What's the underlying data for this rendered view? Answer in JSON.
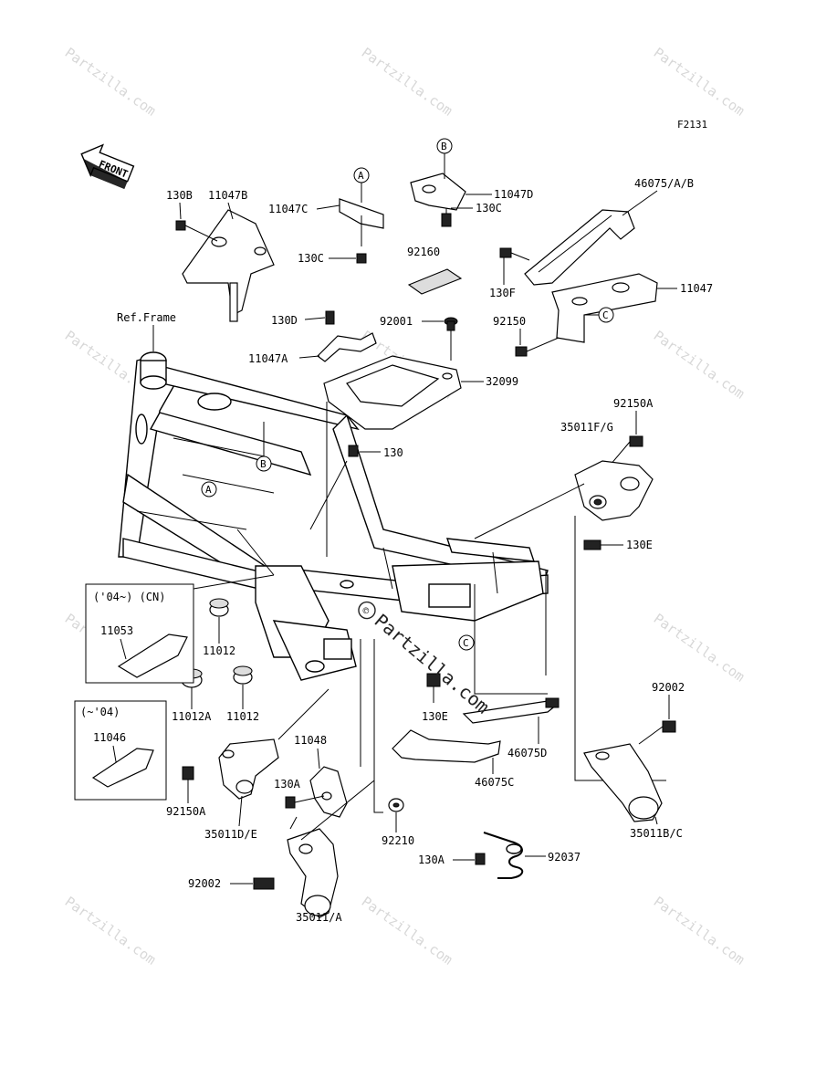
{
  "diagram_code": "F2131",
  "front_label": "FRONT",
  "ref_frame_label": "Ref.Frame",
  "watermark_text": "Partzilla.com",
  "center_watermark": "Partzilla.com",
  "callouts": {
    "a": "A",
    "b": "B",
    "c": "C"
  },
  "boxes": {
    "cn_box_title": "('04~) (CN)",
    "cn_box_part": "11053",
    "old_box_title": "(~'04)",
    "old_box_part": "11046"
  },
  "parts": {
    "p130B": "130B",
    "p11047B": "11047B",
    "p11047C": "11047C",
    "p130C_a": "130C",
    "p11047D": "11047D",
    "p130C_b": "130C",
    "p46075AB": "46075/A/B",
    "p92160": "92160",
    "p130F": "130F",
    "p11047": "11047",
    "p130D": "130D",
    "p92001": "92001",
    "p92150": "92150",
    "p11047A": "11047A",
    "p32099": "32099",
    "p92150A_top": "92150A",
    "p35011FG": "35011F/G",
    "p130": "130",
    "p130E_top": "130E",
    "p11012_a": "11012",
    "p11012A": "11012A",
    "p11012_b": "11012",
    "p130E_mid": "130E",
    "p92002_right": "92002",
    "p46075D": "46075D",
    "p11048": "11048",
    "p46075C": "46075C",
    "p92150A_bot": "92150A",
    "p35011DE": "35011D/E",
    "p130A_a": "130A",
    "p92210": "92210",
    "p35011BC": "35011B/C",
    "p130A_b": "130A",
    "p92037": "92037",
    "p92002_left": "92002",
    "p35011A": "35011/A"
  }
}
